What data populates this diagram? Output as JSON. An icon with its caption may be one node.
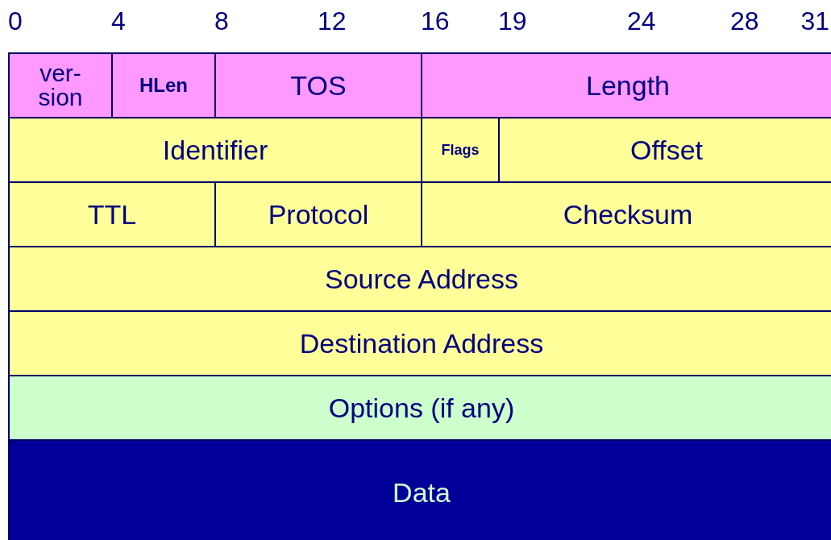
{
  "diagram": {
    "nodes": [
      {
        "text": [
          "ver-sion"
        ]
      },
      {
        "text": [
          "HLen"
        ]
      },
      {
        "text": [
          "TOS"
        ]
      },
      {
        "text": [
          "Length"
        ]
      },
      {
        "text": [
          "Identifier"
        ]
      },
      {
        "text": [
          "Flags"
        ]
      },
      {
        "text": [
          "Offset"
        ]
      },
      {
        "text": [
          "TTL"
        ]
      },
      {
        "text": [
          "Protocol"
        ]
      },
      {
        "text": [
          "Checksum"
        ]
      },
      {
        "text": [
          "Source Address"
        ]
      },
      {
        "text": [
          "Destination Address"
        ]
      },
      {
        "text": [
          "Options (if any)"
        ]
      },
      {
        "text": [
          "Data"
        ]
      }
    ],
    "labels": [
      "0",
      "4",
      "8",
      "12",
      "16",
      "19",
      "24",
      "28",
      "31"
    ]
  }
}
